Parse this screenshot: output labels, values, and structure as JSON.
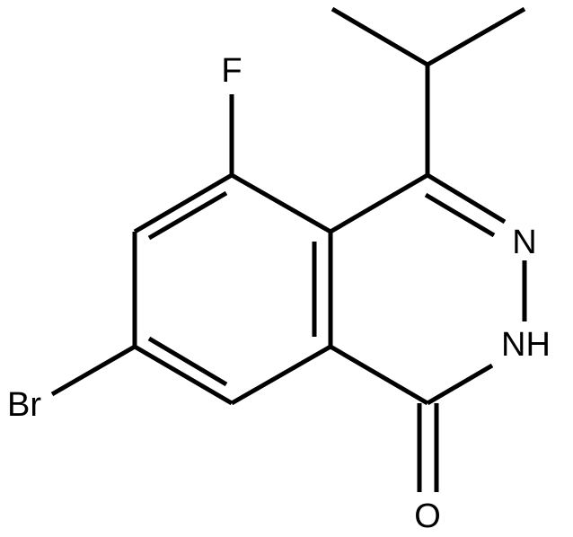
{
  "diagram": {
    "type": "chemical-structure",
    "atoms": {
      "fluorine": "F",
      "bromine": "Br",
      "nitrogen": "N",
      "nitrogen_h": "NH",
      "oxygen": "O"
    },
    "colors": {
      "line": "#000000",
      "background": "#ffffff"
    }
  }
}
